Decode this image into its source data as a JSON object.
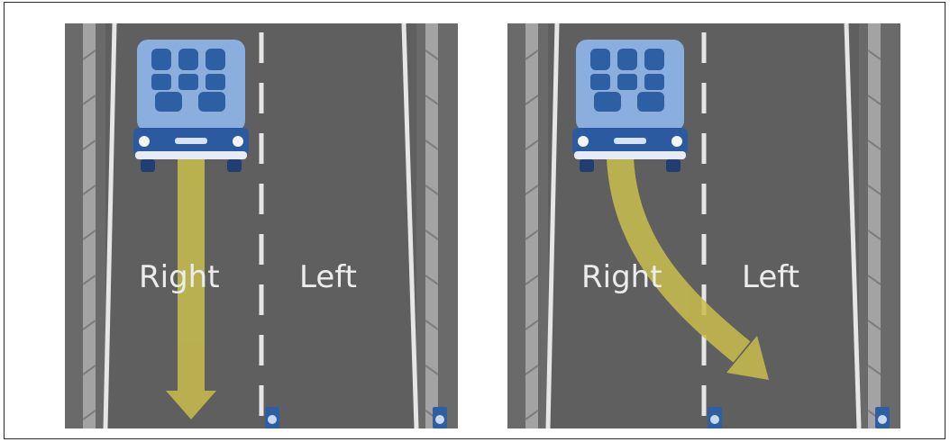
{
  "panels": [
    {
      "id": "straight",
      "lane_right_label": "Right",
      "lane_left_label": "Left",
      "arrow_path": "straight"
    },
    {
      "id": "swerve",
      "lane_right_label": "Right",
      "lane_left_label": "Left",
      "arrow_path": "swerve"
    }
  ],
  "colors": {
    "road": "#5f5f5f",
    "barrier": "#9c9c9c",
    "lane_marking": "#e6e6e6",
    "arrow": "#c9be4d",
    "vehicle_body": "#8aaede",
    "vehicle_seats": "#2f5fa3",
    "vehicle_front": "#2c5aa0",
    "label_text": "#ececec"
  }
}
